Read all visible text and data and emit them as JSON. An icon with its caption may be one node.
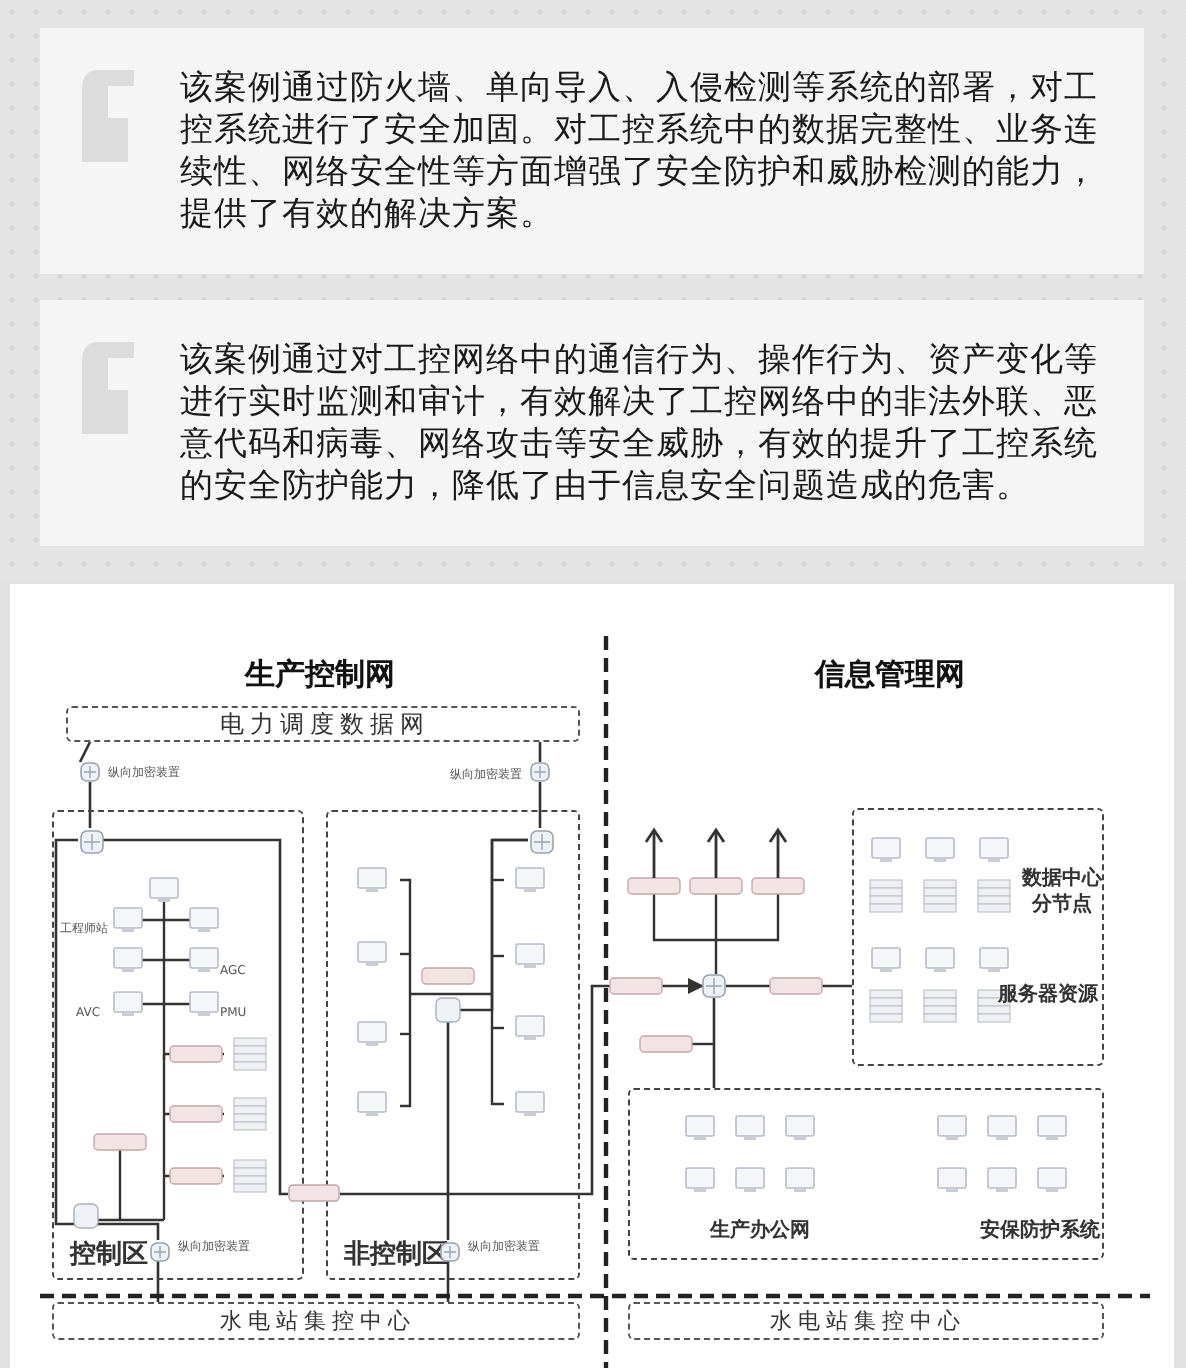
{
  "diagram": {
    "nodes": [
      {
        "text": [
          "该案例通过防火墙、单向导入、入侵检测等系统的部署，对工控系统进行了安全加固。对工控系统中的数据完整性、业务连续性、网络安全性等方面增强了安全防护和威胁检测的能力，提供了有效的解决方案。"
        ]
      },
      {
        "text": [
          "该案例通过对工控网络中的通信行为、操作行为、资产变化等进行实时监测和审计，有效解决了工控网络中的非法外联、恶意代码和病毒、网络攻击等安全威胁，有效的提升了工控系统的安全防护能力，降低了由于信息安全问题造成的危害。"
        ]
      },
      {
        "text": [
          "电力调度数据网"
        ]
      },
      {
        "text": [
          "控制区"
        ]
      },
      {
        "text": [
          "非控制区"
        ]
      },
      {
        "text": [
          "数据中心分节点",
          "服务器资源"
        ]
      },
      {
        "text": [
          "生产办公网",
          "安保防护系统"
        ]
      },
      {
        "text": [
          "水电站集控中心"
        ]
      },
      {
        "text": [
          "水电站集控中心"
        ]
      },
      {
        "text": [],
        "shape": "router",
        "beside": [
          "纵向加密装置"
        ]
      },
      {
        "text": [],
        "shape": "router",
        "beside": [
          "纵向加密装置"
        ]
      },
      {
        "text": [],
        "shape": "router",
        "in": 3,
        "beside": [
          "纵向加密装置"
        ]
      },
      {
        "text": [],
        "shape": "router",
        "in": 4,
        "beside": [
          "纵向加密装置"
        ]
      },
      {
        "text": [],
        "shape": "box"
      },
      {
        "text": [],
        "shape": "router"
      },
      {
        "text": [],
        "shape": "router",
        "in": 3
      },
      {
        "text": [],
        "shape": "router",
        "in": 4
      }
    ],
    "edges": [
      {
        "from": 2,
        "to": 9,
        "arrow": "none"
      },
      {
        "from": 9,
        "to": 15,
        "arrow": "none"
      },
      {
        "from": 2,
        "to": 10,
        "arrow": "none"
      },
      {
        "from": 10,
        "to": 16,
        "arrow": "none"
      },
      {
        "from": 11,
        "to": 7,
        "arrow": "none"
      },
      {
        "from": 12,
        "to": 7,
        "arrow": "none"
      },
      {
        "from": 13,
        "to": 14,
        "arrow": "to"
      },
      {
        "from": 14,
        "to": 5,
        "arrow": "none"
      },
      {
        "from": 14,
        "to": 6,
        "arrow": "none"
      },
      {
        "from": 15,
        "to": 13,
        "arrow": "none"
      },
      {
        "from": 15,
        "to": 11,
        "arrow": "none"
      },
      {
        "from": 16,
        "to": 12,
        "arrow": "none"
      }
    ],
    "labels": [
      "生产控制网",
      "信息管理网",
      "工程师站",
      "AGC",
      "AVC",
      "PMU"
    ]
  }
}
